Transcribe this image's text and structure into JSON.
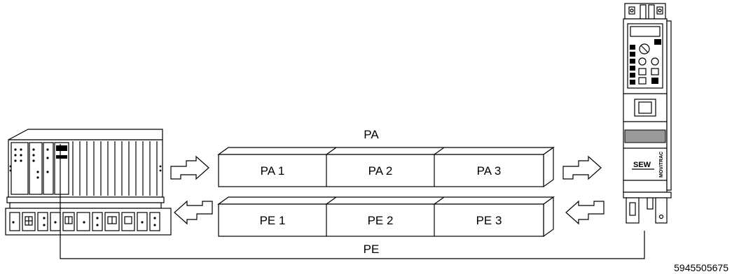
{
  "top_label": "PA",
  "bottom_label": "PE",
  "output_words": [
    "PA 1",
    "PA 2",
    "PA 3"
  ],
  "input_words": [
    "PE 1",
    "PE 2",
    "PE 3"
  ],
  "device_brand": "SEW",
  "device_model": "MOVITRAC",
  "figure_id": "5945505675",
  "icons": {
    "plc": "plc-controller-icon",
    "inverter": "frequency-inverter-icon",
    "arrow_right": "right-arrow-icon",
    "arrow_left": "left-arrow-icon"
  }
}
